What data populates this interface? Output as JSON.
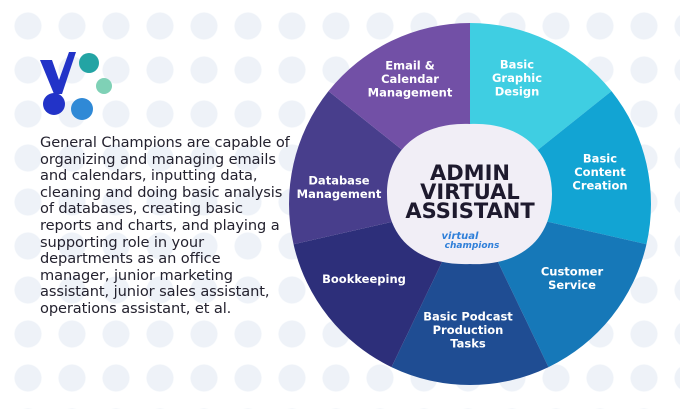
{
  "description": "General Champions are capable of organizing and managing emails and calendars, inputting data, cleaning and doing basic analysis of databases, creating basic reports and charts, and playing a supporting role in your departments as an office manager, junior marketing assistant, junior sales assistant, operations assistant, et al.",
  "center": {
    "title_lines": [
      "ADMIN",
      "VIRTUAL",
      "ASSISTANT"
    ],
    "brand_lines": [
      "virtual",
      "champions"
    ]
  },
  "segments": [
    {
      "lines": [
        "Basic",
        "Graphic",
        "Design"
      ],
      "color": "#3fcee2"
    },
    {
      "lines": [
        "Basic",
        "Content",
        "Creation"
      ],
      "color": "#12a4d3"
    },
    {
      "lines": [
        "Customer",
        "Service"
      ],
      "color": "#1678b8"
    },
    {
      "lines": [
        "Basic Podcast",
        "Production",
        "Tasks"
      ],
      "color": "#1f4d93"
    },
    {
      "lines": [
        "Bookkeeping"
      ],
      "color": "#2d2f7a"
    },
    {
      "lines": [
        "Database",
        "Management"
      ],
      "color": "#483e8c"
    },
    {
      "lines": [
        "Email &",
        "Calendar",
        "Management"
      ],
      "color": "#7250a6"
    }
  ],
  "colors": {
    "logo_v": "#2233c8",
    "logo_dot_teal": "#23a4a4",
    "logo_dot_green": "#7fd1b6",
    "logo_dot_blue": "#2233c8",
    "logo_dot_sky": "#2f89d6",
    "center_fill": "#f1eef6"
  }
}
